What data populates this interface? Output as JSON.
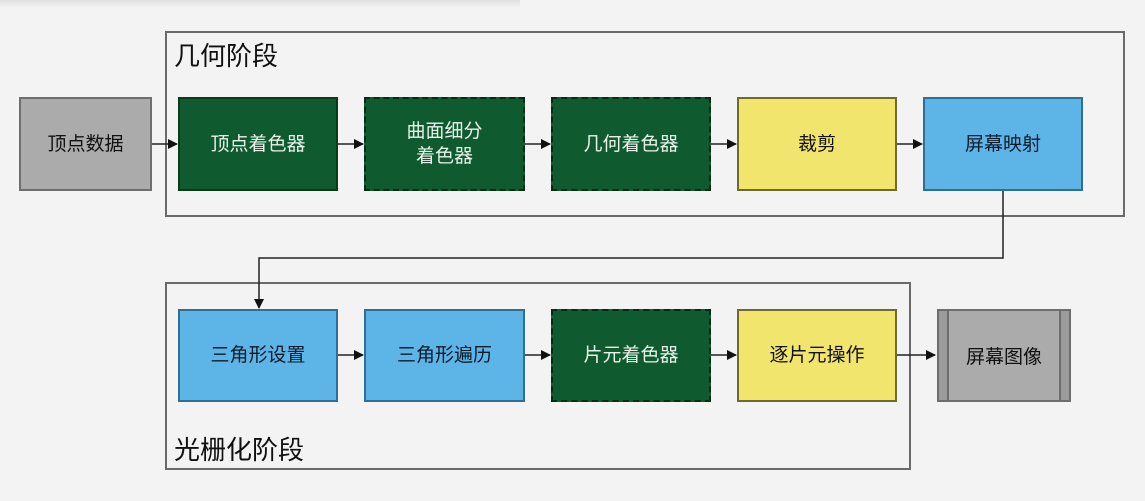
{
  "stages": {
    "geometry": {
      "label": "几何阶段"
    },
    "raster": {
      "label": "光栅化阶段"
    }
  },
  "nodes": {
    "vertex_data": "顶点数据",
    "vertex_shader": "顶点着色器",
    "tessellation_shader": "曲面细分\n着色器",
    "geometry_shader": "几何着色器",
    "clipping": "裁剪",
    "screen_mapping": "屏幕映射",
    "triangle_setup": "三角形设置",
    "triangle_traversal": "三角形遍历",
    "fragment_shader": "片元着色器",
    "per_fragment_ops": "逐片元操作",
    "screen_image": "屏幕图像"
  },
  "colors": {
    "background": "#f3f3f3",
    "gray": "#ababab",
    "dark_green": "#0f5a2e",
    "yellow": "#f2e56e",
    "blue": "#5db4e6"
  }
}
